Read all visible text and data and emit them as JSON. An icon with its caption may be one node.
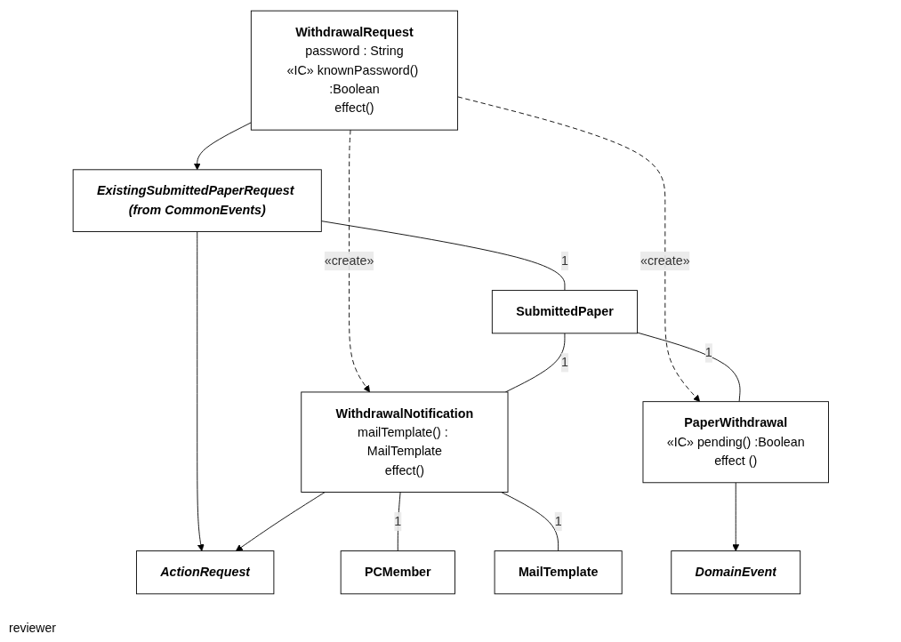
{
  "diagram": {
    "nodes": [
      {
        "text": [
          "ActionRequest"
        ]
      },
      {
        "text": [
          "DomainEvent"
        ]
      },
      {
        "text": [
          "ExistingSubmittedPaperRequest (from CommonEvents)"
        ]
      },
      {
        "text": [
          "SubmittedPaper"
        ]
      },
      {
        "text": [
          "PaperWithdrawal",
          "«IC» pending() :Boolean",
          "effect ()"
        ]
      },
      {
        "text": [
          "WithdrawalRequest",
          "password : String",
          "«IC» knownPassword() :Boolean",
          "effect()"
        ]
      },
      {
        "text": [
          "WithdrawalNotification",
          "mailTemplate() : MailTemplate",
          "effect()"
        ]
      },
      {
        "text": [
          "PCMember"
        ]
      },
      {
        "text": [
          "MailTemplate"
        ]
      }
    ],
    "edges": [
      {
        "from": 2,
        "to": 0,
        "arrow": "to"
      },
      {
        "from": 6,
        "to": 0,
        "arrow": "to"
      },
      {
        "from": 4,
        "to": 1,
        "arrow": "to"
      },
      {
        "from": 5,
        "to": 2,
        "arrow": "to"
      },
      {
        "from": 2,
        "to": 3,
        "arrow": "none",
        "label": "1"
      },
      {
        "from": 5,
        "to": 4,
        "arrow": "to",
        "style": "dashed",
        "label": "«create»"
      },
      {
        "from": 5,
        "to": 6,
        "arrow": "to",
        "style": "dashed",
        "label": "«create»"
      },
      {
        "from": 3,
        "to": 6,
        "arrow": "none",
        "label": "1"
      },
      {
        "from": 3,
        "to": 4,
        "arrow": "none",
        "label": "1"
      },
      {
        "from": 6,
        "to": 7,
        "arrow": "none",
        "label": "1"
      },
      {
        "from": 6,
        "to": 8,
        "arrow": "none",
        "label": "1"
      }
    ],
    "labels": [
      "reviewer"
    ]
  }
}
